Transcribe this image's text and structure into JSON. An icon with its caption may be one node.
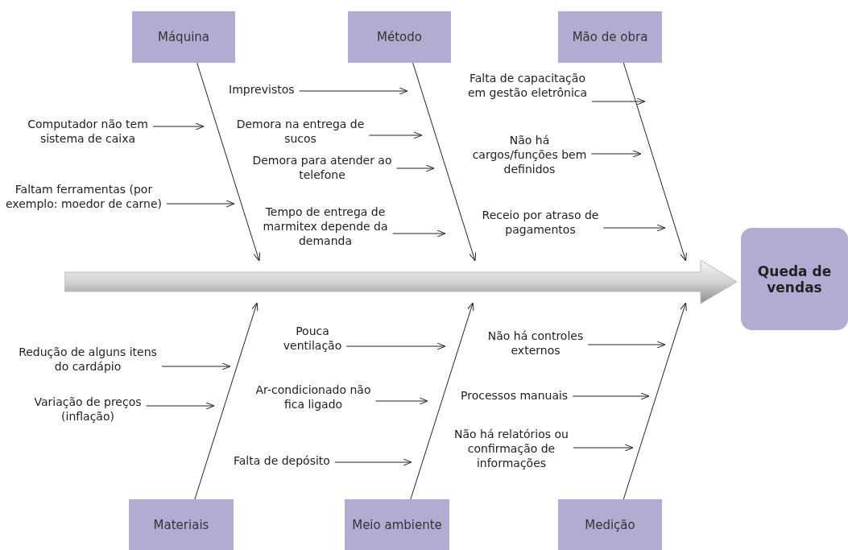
{
  "diagram": {
    "nodes": [
      {
        "text": [
          "Máquina"
        ]
      },
      {
        "text": [
          "Método"
        ]
      },
      {
        "text": [
          "Mão de obra"
        ]
      },
      {
        "text": [
          "Materiais"
        ]
      },
      {
        "text": [
          "Meio ambiente"
        ]
      },
      {
        "text": [
          "Medição"
        ]
      },
      {
        "text": [
          "Queda de vendas"
        ]
      },
      {
        "text": [],
        "shape": "arrow"
      },
      {
        "text": [
          "Computador não tem sistema de caixa"
        ]
      },
      {
        "text": [
          "Faltam ferramentas (por exemplo: moedor de carne)"
        ]
      },
      {
        "text": [
          "Imprevistos"
        ]
      },
      {
        "text": [
          "Demora na entrega de sucos"
        ]
      },
      {
        "text": [
          "Demora para atender ao telefone"
        ]
      },
      {
        "text": [
          "Tempo de entrega de marmitex depende da demanda"
        ]
      },
      {
        "text": [
          "Falta de capacitação em gestão eletrônica"
        ]
      },
      {
        "text": [
          "Não há cargos/funções bem definidos"
        ]
      },
      {
        "text": [
          "Receio por atraso de pagamentos"
        ]
      },
      {
        "text": [
          "Redução de alguns itens do cardápio"
        ]
      },
      {
        "text": [
          "Variação de preços (inflação)"
        ]
      },
      {
        "text": [
          "Pouca ventilação"
        ]
      },
      {
        "text": [
          "Ar-condicionado não fica ligado"
        ]
      },
      {
        "text": [
          "Falta de depósito"
        ]
      },
      {
        "text": [
          "Não há controles externos"
        ]
      },
      {
        "text": [
          "Processos manuais"
        ]
      },
      {
        "text": [
          "Não há relatórios ou confirmação de informações"
        ]
      }
    ],
    "edges": [
      {
        "from": 0,
        "to": 7,
        "arrow": "to"
      },
      {
        "from": 1,
        "to": 7,
        "arrow": "to"
      },
      {
        "from": 2,
        "to": 7,
        "arrow": "to"
      },
      {
        "from": 3,
        "to": 7,
        "arrow": "to"
      },
      {
        "from": 4,
        "to": 7,
        "arrow": "to"
      },
      {
        "from": 5,
        "to": 7,
        "arrow": "to"
      },
      {
        "from": 8,
        "to": null,
        "arrow": "to"
      },
      {
        "from": 9,
        "to": null,
        "arrow": "to"
      },
      {
        "from": 10,
        "to": null,
        "arrow": "to"
      },
      {
        "from": 11,
        "to": null,
        "arrow": "to"
      },
      {
        "from": 12,
        "to": null,
        "arrow": "to"
      },
      {
        "from": 13,
        "to": null,
        "arrow": "to"
      },
      {
        "from": 14,
        "to": null,
        "arrow": "to"
      },
      {
        "from": 15,
        "to": null,
        "arrow": "to"
      },
      {
        "from": 16,
        "to": null,
        "arrow": "to"
      },
      {
        "from": 17,
        "to": null,
        "arrow": "to"
      },
      {
        "from": 18,
        "to": null,
        "arrow": "to"
      },
      {
        "from": 19,
        "to": null,
        "arrow": "to"
      },
      {
        "from": 20,
        "to": null,
        "arrow": "to"
      },
      {
        "from": 21,
        "to": null,
        "arrow": "to"
      },
      {
        "from": 22,
        "to": null,
        "arrow": "to"
      },
      {
        "from": 23,
        "to": null,
        "arrow": "to"
      },
      {
        "from": 24,
        "to": null,
        "arrow": "to"
      }
    ]
  }
}
